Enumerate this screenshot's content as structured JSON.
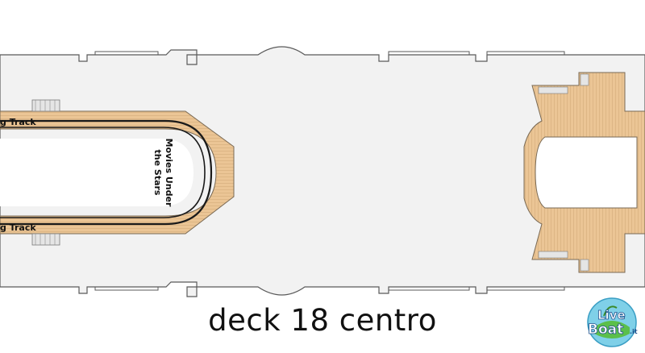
{
  "map": {
    "track_label_top": "g Track",
    "track_label_bottom": "g Track",
    "movies_label_line1": "Movies Under",
    "movies_label_line2": "the Stars"
  },
  "caption": "deck 18 centro",
  "logo": {
    "line1": "Live",
    "line2": "Boat",
    "suffix": ".it"
  },
  "colors": {
    "deck_fill": "#f2f2f2",
    "outline": "#5a5a5a",
    "wood": "#ebc595",
    "wood_line": "#c9a06c",
    "track": "#1a1a1a"
  }
}
